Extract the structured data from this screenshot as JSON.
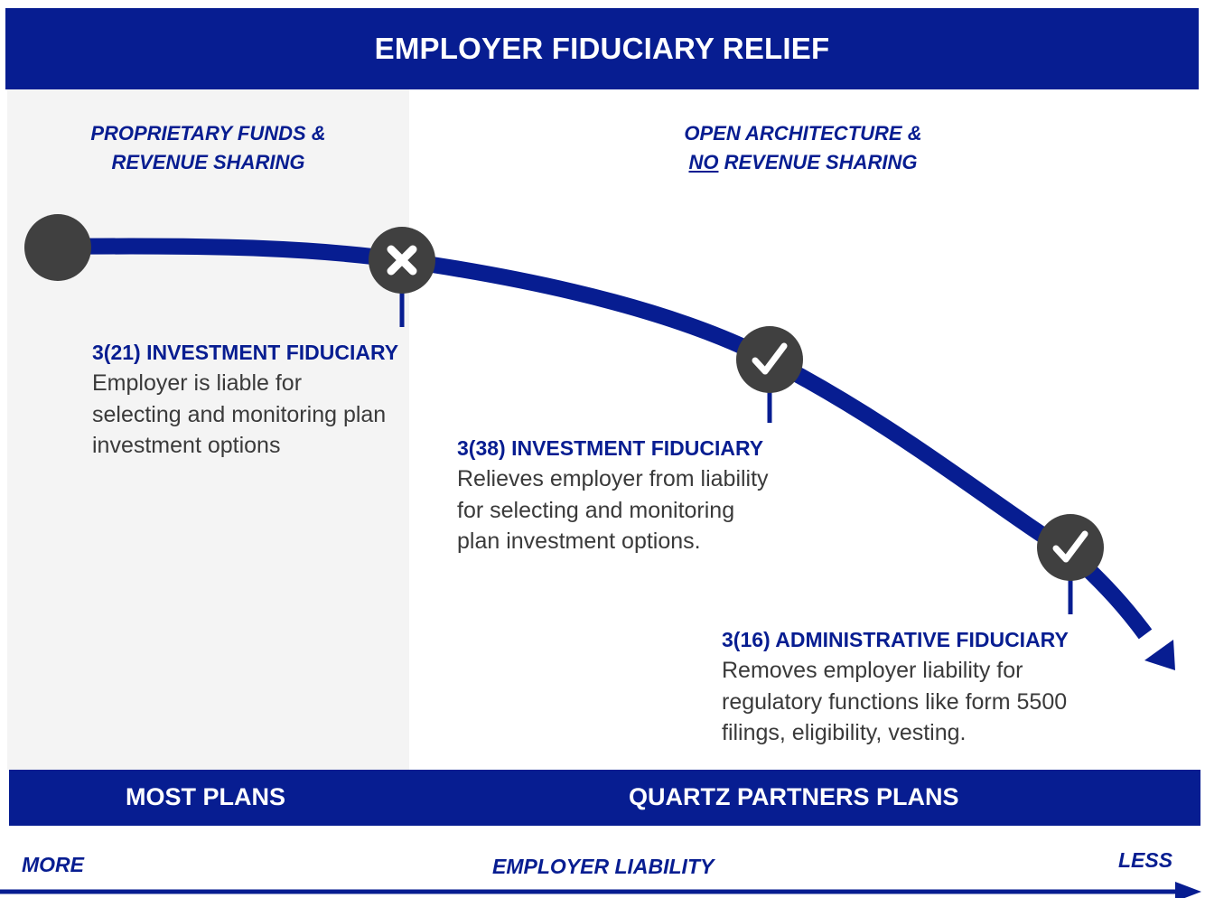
{
  "header": {
    "title": "EMPLOYER FIDUCIARY RELIEF"
  },
  "columns": {
    "left_title_line1": "PROPRIETARY FUNDS &",
    "left_title_line2": "REVENUE SHARING",
    "right_title_line1": "OPEN ARCHITECTURE &",
    "right_title_line2_underlined": "NO",
    "right_title_line2_rest": " REVENUE SHARING"
  },
  "stages": [
    {
      "title": "3(21) INVESTMENT FIDUCIARY",
      "description": "Employer is liable for selecting and monitoring plan investment options",
      "marker": "x-icon"
    },
    {
      "title": "3(38) INVESTMENT FIDUCIARY",
      "description": "Relieves employer from liability for selecting and monitoring plan investment options.",
      "marker": "check-icon"
    },
    {
      "title": "3(16) ADMINISTRATIVE FIDUCIARY",
      "description": "Removes employer liability for regulatory functions like form 5500 filings, eligibility, vesting.",
      "marker": "check-icon"
    }
  ],
  "bottom_bar": {
    "left_label": "MOST PLANS",
    "right_label": "QUARTZ PARTNERS PLANS"
  },
  "axis": {
    "left": "MORE",
    "center": "EMPLOYER LIABILITY",
    "right": "LESS"
  },
  "colors": {
    "navy": "#071d91",
    "marker_gray": "#404040",
    "panel_gray": "#f4f4f4"
  }
}
